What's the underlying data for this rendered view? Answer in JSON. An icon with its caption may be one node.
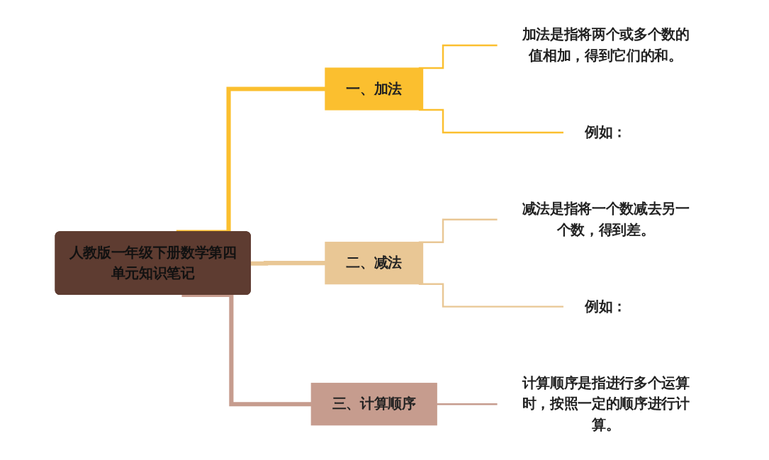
{
  "diagram": {
    "nodes": [
      {
        "text": [
          "人教版一年级下册数学第四单元知识笔记"
        ]
      },
      {
        "text": [
          "一、加法"
        ]
      },
      {
        "text": [
          "加法是指将两个或多个数的值相加，得到它们的和。"
        ]
      },
      {
        "text": [
          "例如："
        ]
      },
      {
        "text": [
          "二、减法"
        ]
      },
      {
        "text": [
          "减法是指将一个数减去另一个数，得到差。"
        ]
      },
      {
        "text": [
          "例如："
        ]
      },
      {
        "text": [
          "三、计算顺序"
        ]
      },
      {
        "text": [
          "计算顺序是指进行多个运算时，按照一定的顺序进行计算。"
        ]
      }
    ],
    "edges": [
      {
        "from": 0,
        "to": 1,
        "arrow": "none",
        "style": "thick",
        "color": "#fbbf2f"
      },
      {
        "from": 1,
        "to": 2,
        "arrow": "none",
        "color": "#fbbf2f"
      },
      {
        "from": 1,
        "to": 3,
        "arrow": "none",
        "color": "#fbbf2f"
      },
      {
        "from": 0,
        "to": 4,
        "arrow": "none",
        "style": "thick",
        "color": "#e9c795"
      },
      {
        "from": 4,
        "to": 5,
        "arrow": "none",
        "color": "#e9c795"
      },
      {
        "from": 4,
        "to": 6,
        "arrow": "none",
        "color": "#e9c795"
      },
      {
        "from": 0,
        "to": 7,
        "arrow": "none",
        "style": "thick",
        "color": "#c69c8e"
      },
      {
        "from": 7,
        "to": 8,
        "arrow": "none",
        "color": "#c69c8e"
      }
    ]
  }
}
